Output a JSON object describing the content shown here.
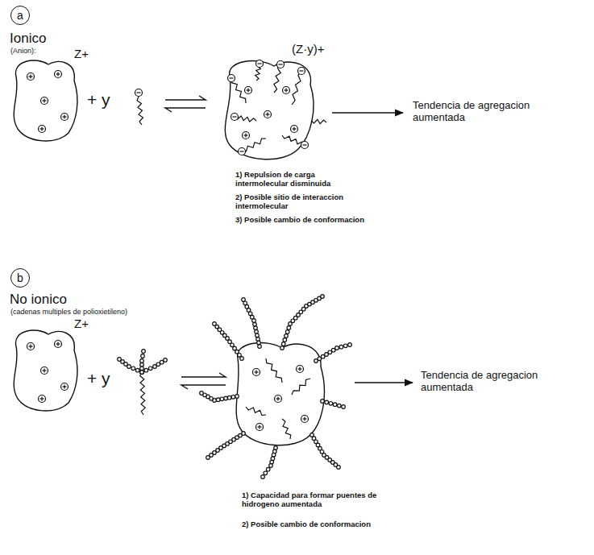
{
  "diagram": {
    "nodes": [
      {
        "text": [
          "a"
        ]
      },
      {
        "text": [
          "b"
        ]
      }
    ],
    "labels": [
      "Ionico",
      "(Anion):",
      "Z+",
      "+ y",
      "(Z·y)+",
      "Tendencia de agregacion aumentada",
      "1) Repulsion de carga intermolecular disminuida",
      "2) Posible sitio de interaccion intermolecular",
      "3) Posible cambio de conformacion",
      "No ionico",
      "(cadenas multiples de polioxietileno)",
      "Z+",
      "+ y",
      "Tendencia de agregacion aumentada",
      "1) Capacidad para formar puentes de hidrogeno aumentada",
      "2) Posible cambio de conformacion"
    ]
  }
}
